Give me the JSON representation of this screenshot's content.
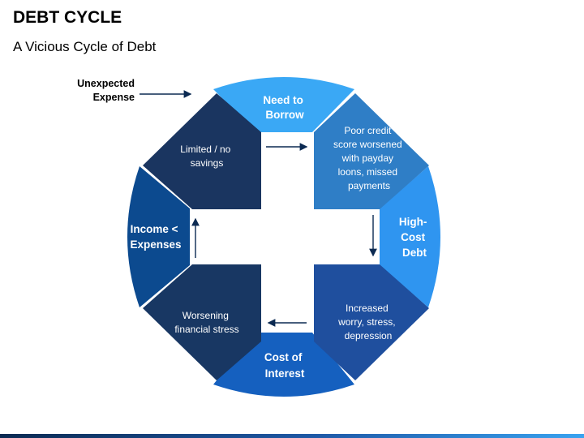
{
  "header": {
    "title": "DEBT CYCLE",
    "subtitle": "A Vicious Cycle of Debt"
  },
  "external_label": {
    "line1": "Unexpected",
    "line2": "Expense"
  },
  "segments": {
    "top": {
      "lines": [
        "Need to",
        "Borrow"
      ],
      "color": "#3aa8f5"
    },
    "right": {
      "lines": [
        "High-",
        "Cost",
        "Debt"
      ],
      "color": "#2f95f0"
    },
    "bottom": {
      "lines": [
        "Cost of",
        "Interest"
      ],
      "color": "#1560bf"
    },
    "left": {
      "lines": [
        "Income <",
        "Expenses"
      ],
      "color": "#0c4a8f"
    },
    "top_right": {
      "lines": [
        "Poor credit",
        "score worsened",
        "with payday",
        "loons, missed",
        "payments"
      ],
      "color": "#2f7ec6"
    },
    "bottom_right": {
      "lines": [
        "Increased",
        "worry, stress,",
        "depression"
      ],
      "color": "#1f4f9e"
    },
    "bottom_left": {
      "lines": [
        "Worsening",
        "financial stress"
      ],
      "color": "#183763"
    },
    "top_left": {
      "lines": [
        "Limited / no",
        "savings"
      ],
      "color": "#1a3560"
    }
  },
  "colors": {
    "arrow": "#0b2a52"
  }
}
